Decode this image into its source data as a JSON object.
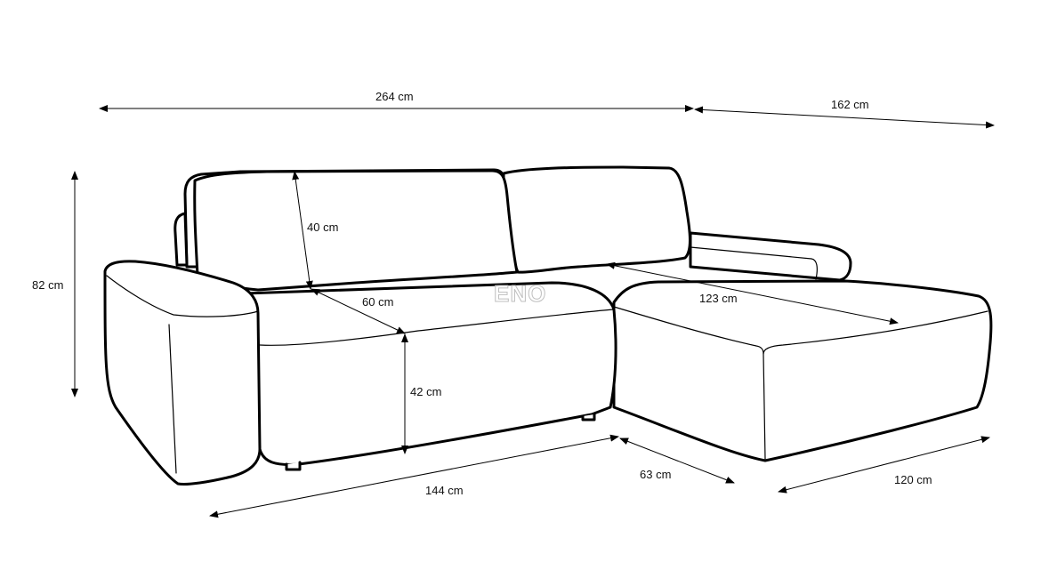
{
  "logo": {
    "text": "ENO"
  },
  "dimensions": {
    "total_width": "264 cm",
    "chaise_depth": "162 cm",
    "height": "82 cm",
    "backrest_height": "40 cm",
    "seat_depth": "60 cm",
    "seat_height": "42 cm",
    "chaise_length": "123 cm",
    "front_length": "144 cm",
    "front_depth": "63 cm",
    "chaise_width": "120 cm"
  }
}
